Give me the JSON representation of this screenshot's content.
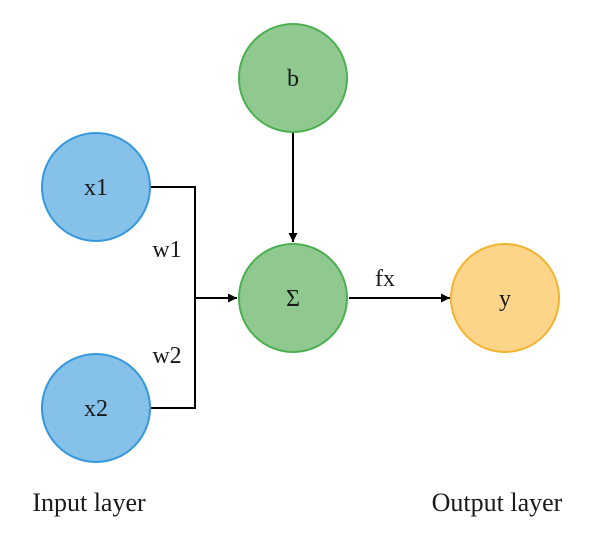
{
  "nodes": {
    "x1": {
      "label": "x1",
      "fill": "#85c1e9",
      "stroke": "#3498db"
    },
    "x2": {
      "label": "x2",
      "fill": "#85c1e9",
      "stroke": "#3498db"
    },
    "b": {
      "label": "b",
      "fill": "#90c990",
      "stroke": "#4caf50"
    },
    "sum": {
      "label": "Σ",
      "fill": "#90c990",
      "stroke": "#4caf50"
    },
    "y": {
      "label": "y",
      "fill": "#fdd58a",
      "stroke": "#f3b32e"
    }
  },
  "edges": {
    "w1": "w1",
    "w2": "w2",
    "fx": "fx"
  },
  "layers": {
    "input": "Input layer",
    "output": "Output layer"
  }
}
